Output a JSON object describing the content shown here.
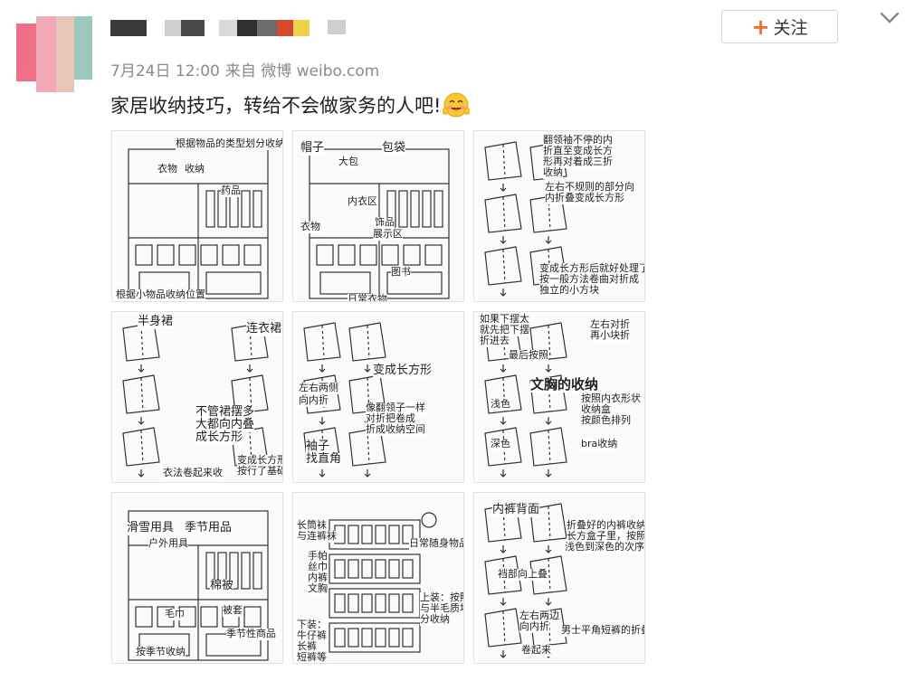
{
  "header": {
    "avatar_colors": [
      "#ef6f86",
      "#f1a9b6",
      "#e9c6b9",
      "#9dc8bf"
    ],
    "name_blur_colors": [
      "#3a3a3a",
      "#cfcfcf",
      "#4a4a4a",
      "#d9d9d9",
      "#2f2f2f",
      "#6b6b6b",
      "#d24a2f",
      "#f0d24a",
      "#cfcfcf"
    ],
    "date": "7月24日 12:00",
    "source": "来自 微博 weibo.com",
    "follow_label": "关注",
    "follow_plus": "+"
  },
  "post": {
    "text": "家居收纳技巧，转给不会做家务的人吧!",
    "emoji": "smile-blush-emoji"
  },
  "images": [
    {
      "id": "tile-1",
      "labels": [
        "根据物品的类型划分收纳区",
        "衣物",
        "收纳",
        "药品",
        "根据小物品收纳位置"
      ]
    },
    {
      "id": "tile-2",
      "labels": [
        "帽子",
        "包袋",
        "大包",
        "衣物",
        "内衣区",
        "饰品",
        "展示区",
        "图书",
        "日常衣物"
      ]
    },
    {
      "id": "tile-3",
      "labels": [
        "翻领袖不停的内",
        "折直至变成长方",
        "形再对着成三折",
        "收纳",
        "左右不规则的部分向",
        "内折叠变成长方形",
        "变成长方形后就好处理了",
        "按一般方法卷曲对折成",
        "独立的小方块"
      ]
    },
    {
      "id": "tile-4",
      "labels": [
        "半身裙",
        "连衣裙",
        "不管裙摆多",
        "大都向内叠",
        "成长方形",
        "变成长方形",
        "按行了基础折",
        "衣法卷起来收"
      ]
    },
    {
      "id": "tile-5",
      "labels": [
        "变成长方形",
        "左右两侧",
        "向内折",
        "像翻领子一样",
        "对折把卷成",
        "折成收纳空间",
        "袖子",
        "找直角"
      ]
    },
    {
      "id": "tile-6",
      "labels": [
        "如果下摆太",
        "就先把下摆",
        "折进去",
        "左右对折",
        "再小块折",
        "最后按照",
        "文胸的收纳",
        "浅色",
        "深色",
        "按照内衣形状",
        "收纳盒",
        "按颜色排列",
        "bra收纳"
      ]
    },
    {
      "id": "tile-7",
      "labels": [
        "滑雪用具",
        "季节用品",
        "户外用具",
        "棉被",
        "被套",
        "毛巾",
        "季节性商品",
        "按季节收纳"
      ]
    },
    {
      "id": "tile-8",
      "labels": [
        "长筒袜",
        "与连裤袜",
        "日常随身物品",
        "手帕",
        "丝巾",
        "内裤",
        "文胸",
        "上装：按照质",
        "与半毛质地区",
        "分收纳",
        "下装：",
        "牛仔裤",
        "长裤",
        "短裤等"
      ]
    },
    {
      "id": "tile-9",
      "labels": [
        "内裤背面",
        "折叠好的内裤收纳在",
        "长方盒子里，按照",
        "浅色到深色的次序排列为佳",
        "裆部向上叠",
        "左右两边",
        "向内折",
        "卷起来",
        "男士平角短裤的折叠"
      ]
    }
  ]
}
